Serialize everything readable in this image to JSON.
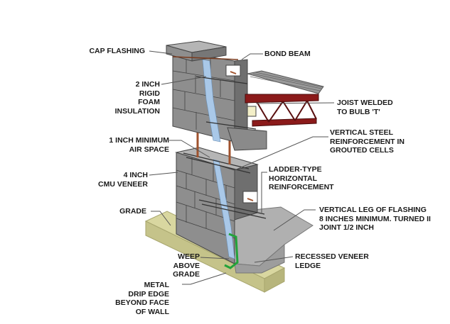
{
  "diagram": {
    "labels": {
      "cap_flashing": [
        "CAP FLASHING"
      ],
      "bond_beam": [
        "BOND BEAM"
      ],
      "rigid_foam": [
        "2 INCH",
        "RIGID",
        "FOAM",
        "INSULATION"
      ],
      "joist_welded": [
        "JOIST WELDED",
        "TO BULB 'T'"
      ],
      "air_space": [
        "1 INCH MINIMUM",
        "AIR SPACE"
      ],
      "vertical_steel": [
        "VERTICAL STEEL",
        "REINFORCEMENT IN",
        "GROUTED CELLS"
      ],
      "cmu_veneer": [
        "4 INCH",
        "CMU VENEER"
      ],
      "ladder_type": [
        "LADDER-TYPE",
        "HORIZONTAL",
        "REINFORCEMENT"
      ],
      "grade": [
        "GRADE"
      ],
      "vertical_leg": [
        "VERTICAL LEG OF FLASHING",
        "8 INCHES MINIMUM. TURNED II",
        "JOINT 1/2 INCH"
      ],
      "weep": [
        "WEEP",
        "ABOVE",
        "GRADE"
      ],
      "recessed_ledge": [
        "RECESSED VENEER",
        "LEDGE"
      ],
      "drip_edge": [
        "METAL",
        "DRIP EDGE",
        "BEYOND FACE",
        "OF WALL"
      ]
    },
    "colors": {
      "block": "#8e8e8e",
      "block_dark": "#6f6f6f",
      "block_light": "#b5b5b5",
      "insulation": "#a9c8e8",
      "joist": "#8b1a1a",
      "deck": "#9a9a9a",
      "footing": "#d9d7a0",
      "flashing": "#22a33a",
      "rebar": "#a0522d",
      "leader": "#555555"
    }
  }
}
